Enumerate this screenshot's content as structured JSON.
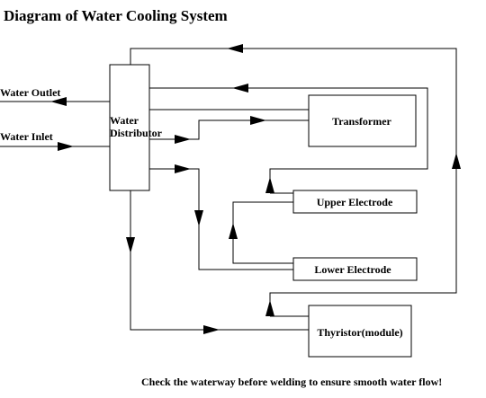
{
  "title": "Diagram of Water Cooling System",
  "labels": {
    "water_outlet": "Water Outlet",
    "water_inlet": "Water Inlet",
    "distributor_line1": "Water",
    "distributor_line2": "Distributor"
  },
  "components": {
    "transformer": "Transformer",
    "upper_electrode": "Upper Electrode",
    "lower_electrode": "Lower Electrode",
    "thyristor": "Thyristor(module)"
  },
  "note": "Check the waterway before welding to ensure smooth water flow!",
  "colors": {
    "line": "#000000",
    "background": "#ffffff"
  }
}
